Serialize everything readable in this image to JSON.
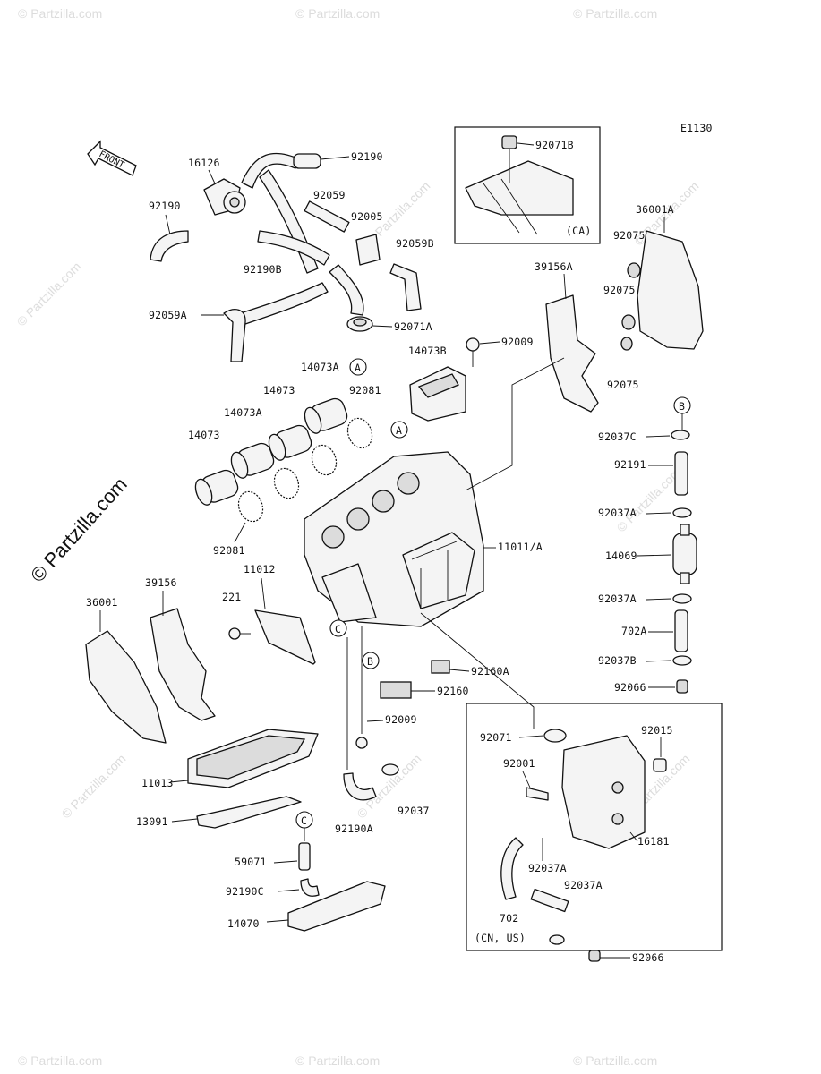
{
  "figure_code": "E1130",
  "front_label": "FRONT",
  "watermark_big": "© Partzilla.com",
  "watermark_small": "© Partzilla.com",
  "boxes": {
    "ca_label": "(CA)",
    "cn_us_label": "(CN, US)"
  },
  "callouts": {
    "A": "A",
    "B": "B",
    "C": "C"
  },
  "labels": {
    "p92071B": "92071B",
    "p16126": "16126",
    "p92190_top": "92190",
    "p92190_left": "92190",
    "p92059": "92059",
    "p92005": "92005",
    "p92059B": "92059B",
    "p92190B": "92190B",
    "p92059A": "92059A",
    "p92071A": "92071A",
    "p92009_top": "92009",
    "p14073B": "14073B",
    "p14073A_top": "14073A",
    "p92081_top": "92081",
    "p14073_mid": "14073",
    "p14073A_mid": "14073A",
    "p14073_left": "14073",
    "p92081_bot": "92081",
    "p39156A": "39156A",
    "p36001A": "36001A",
    "p92075_a": "92075",
    "p92075_b": "92075",
    "p92075_c": "92075",
    "p92037C": "92037C",
    "p92191": "92191",
    "p92037A_r1": "92037A",
    "p14069": "14069",
    "p92037A_r2": "92037A",
    "p702A": "702A",
    "p92037B": "92037B",
    "p92066_r": "92066",
    "p11011": "11011/A",
    "p11012": "11012",
    "p221": "221",
    "p36001": "36001",
    "p39156": "39156",
    "p92160A": "92160A",
    "p92160": "92160",
    "p92009_bot": "92009",
    "p92071": "92071",
    "p92015": "92015",
    "p92001": "92001",
    "p16181": "16181",
    "p92037A_b1": "92037A",
    "p92037A_b2": "92037A",
    "p702": "702",
    "p92066_b": "92066",
    "p11013": "11013",
    "p13091": "13091",
    "p92037": "92037",
    "p92190A": "92190A",
    "p59071": "59071",
    "p92190C": "92190C",
    "p14070": "14070"
  }
}
